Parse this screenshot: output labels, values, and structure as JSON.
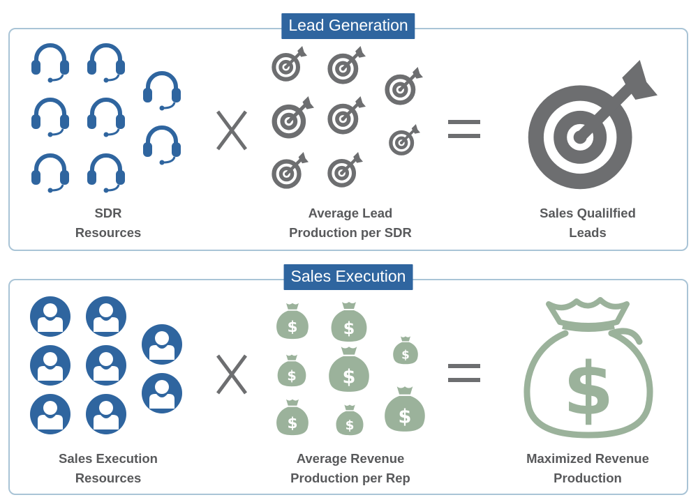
{
  "lead_generation": {
    "title": "Lead Generation",
    "inputs_label": "SDR\nResources",
    "rate_label": "Average Lead\nProduction per SDR",
    "result_label": "Sales Qualilfied\nLeads",
    "icons": {
      "input": "headset-icon",
      "rate": "target-arrow-icon",
      "result": "target-arrow-icon"
    }
  },
  "sales_execution": {
    "title": "Sales Execution",
    "inputs_label": "Sales Execution\nResources",
    "rate_label": "Average Revenue\nProduction per Rep",
    "result_label": "Maximized Revenue\nProduction",
    "icons": {
      "input": "person-icon",
      "rate": "money-bag-icon",
      "result": "money-bag-icon"
    }
  },
  "operators": {
    "multiply": "X",
    "equals": "="
  },
  "colors": {
    "title_bg": "#2f659f",
    "panel_border": "#a9c4d6",
    "blue_icon": "#2f659f",
    "target_gray": "#6d6e70",
    "money_green": "#9bb29b",
    "label_gray": "#58595b"
  }
}
